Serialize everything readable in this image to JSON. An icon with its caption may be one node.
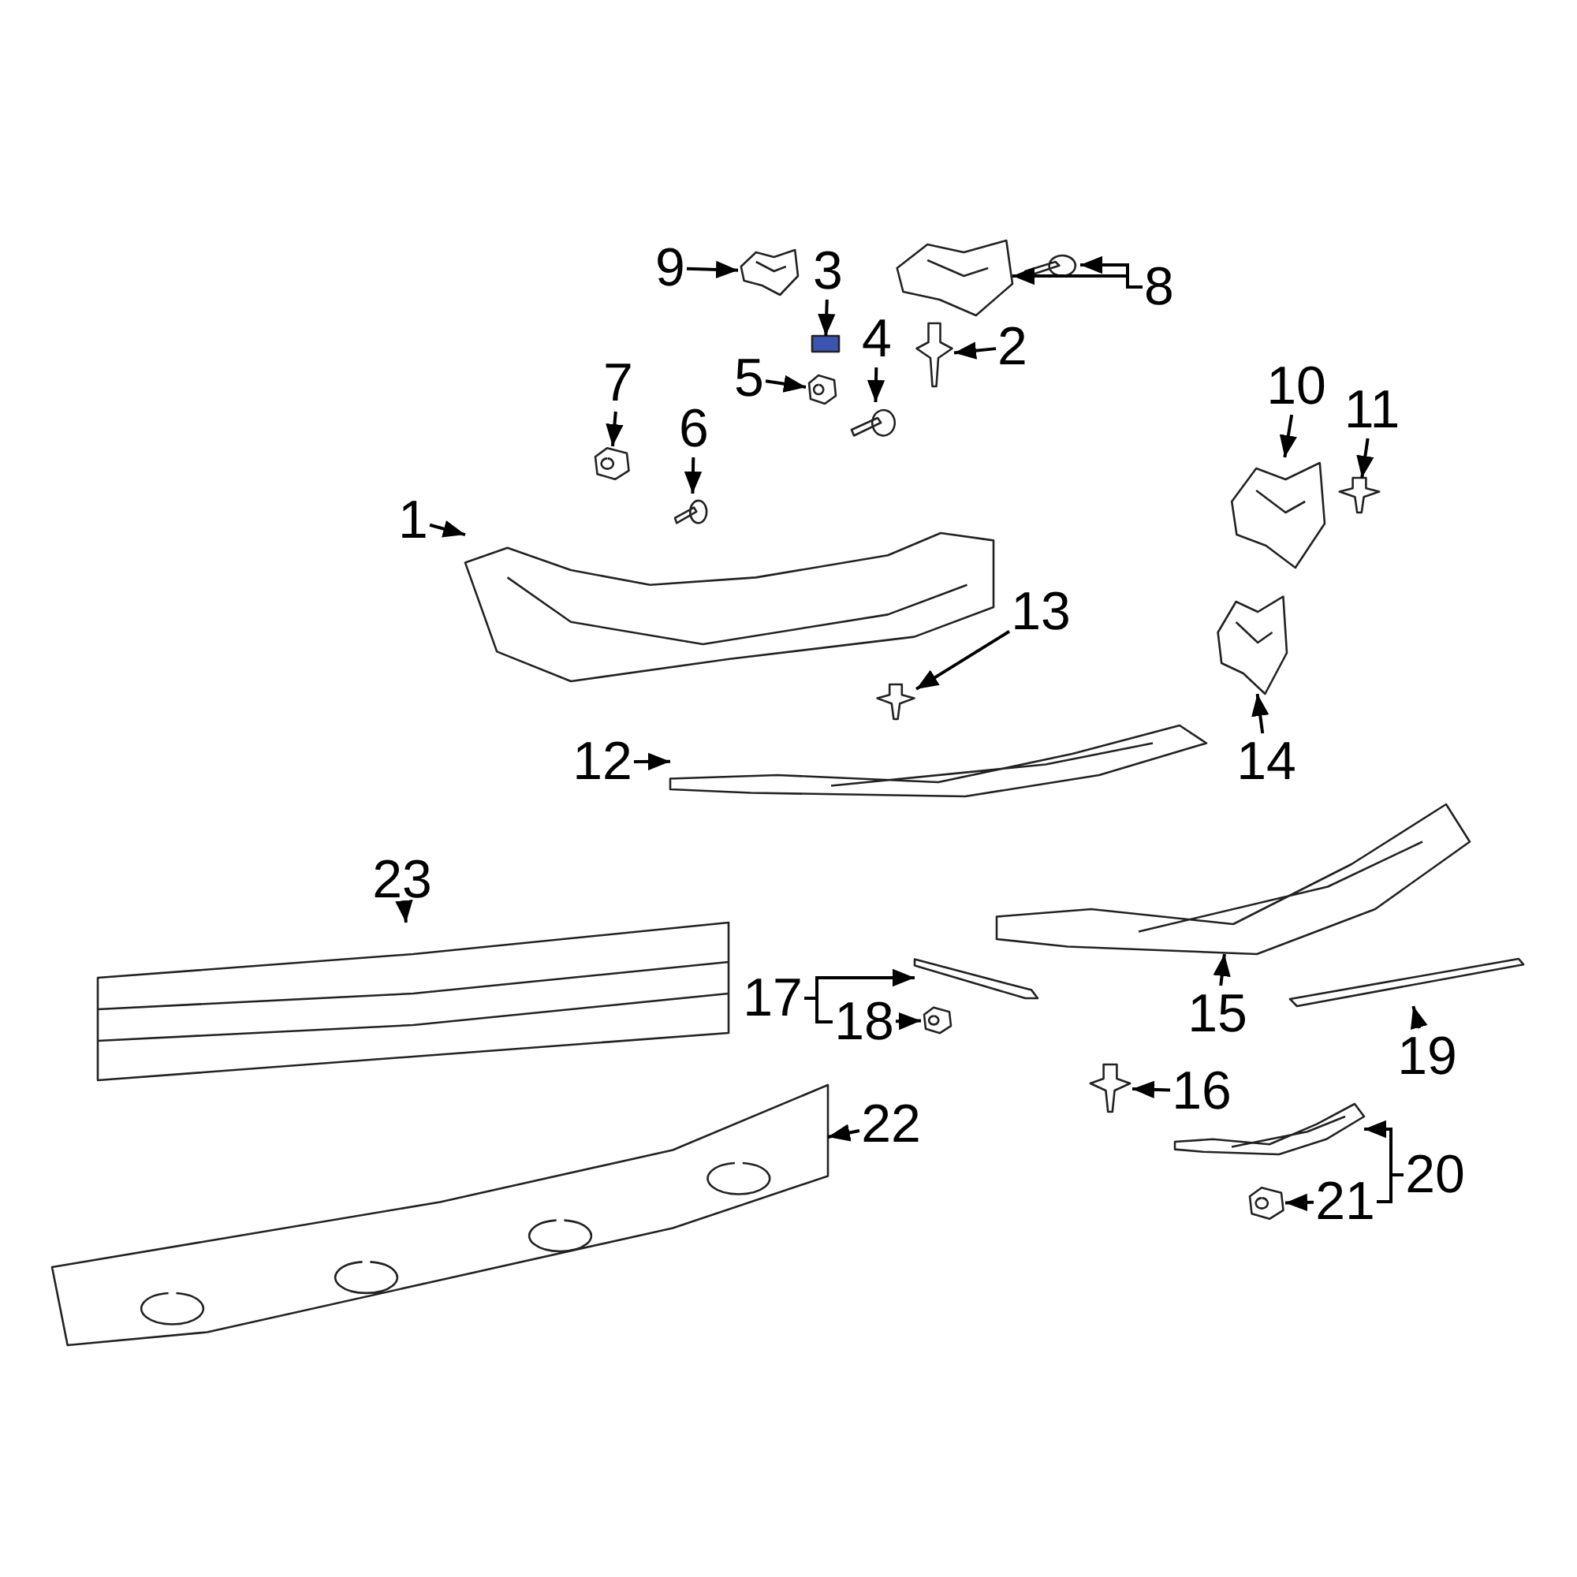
{
  "diagram": {
    "nodes": [
      {
        "text": [
          "1"
        ]
      },
      {
        "text": [
          "2"
        ]
      },
      {
        "text": [
          "3"
        ]
      },
      {
        "text": [
          "4"
        ]
      },
      {
        "text": [
          "5"
        ]
      },
      {
        "text": [
          "6"
        ]
      },
      {
        "text": [
          "7"
        ]
      },
      {
        "text": [
          "8"
        ]
      },
      {
        "text": [
          "9"
        ]
      },
      {
        "text": [
          "10"
        ]
      },
      {
        "text": [
          "11"
        ]
      },
      {
        "text": [
          "12"
        ]
      },
      {
        "text": [
          "13"
        ]
      },
      {
        "text": [
          "14"
        ]
      },
      {
        "text": [
          "15"
        ]
      },
      {
        "text": [
          "16"
        ]
      },
      {
        "text": [
          "17"
        ]
      },
      {
        "text": [
          "18"
        ]
      },
      {
        "text": [
          "19"
        ]
      },
      {
        "text": [
          "20"
        ]
      },
      {
        "text": [
          "21"
        ]
      },
      {
        "text": [
          "22"
        ]
      },
      {
        "text": [
          "23"
        ]
      },
      {
        "text": [],
        "shape": "picture"
      },
      {
        "text": [],
        "shape": "picture"
      },
      {
        "text": [],
        "shape": "box"
      },
      {
        "text": [],
        "shape": "picture"
      },
      {
        "text": [],
        "shape": "picture"
      },
      {
        "text": [],
        "shape": "picture"
      },
      {
        "text": [],
        "shape": "picture"
      },
      {
        "text": [],
        "shape": "picture"
      },
      {
        "text": [],
        "shape": "picture"
      },
      {
        "text": [],
        "shape": "picture"
      },
      {
        "text": [],
        "shape": "picture"
      },
      {
        "text": [],
        "shape": "picture"
      },
      {
        "text": [],
        "shape": "picture"
      },
      {
        "text": [],
        "shape": "picture"
      },
      {
        "text": [],
        "shape": "picture"
      },
      {
        "text": [],
        "shape": "picture"
      },
      {
        "text": [],
        "shape": "picture"
      },
      {
        "text": [],
        "shape": "picture"
      },
      {
        "text": [],
        "shape": "picture"
      },
      {
        "text": [],
        "shape": "bar"
      },
      {
        "text": [],
        "shape": "picture"
      },
      {
        "text": [],
        "shape": "picture"
      },
      {
        "text": [],
        "shape": "picture"
      },
      {
        "text": [],
        "shape": "picture"
      }
    ],
    "edges": [
      {
        "from": 0,
        "to": 23,
        "arrow": "to"
      },
      {
        "from": 1,
        "to": 24,
        "arrow": "to"
      },
      {
        "from": 2,
        "to": 25,
        "arrow": "to"
      },
      {
        "from": 3,
        "to": 26,
        "arrow": "to"
      },
      {
        "from": 4,
        "to": 27,
        "arrow": "to"
      },
      {
        "from": 5,
        "to": 28,
        "arrow": "to"
      },
      {
        "from": 6,
        "to": 29,
        "arrow": "to"
      },
      {
        "from": 7,
        "to": 30,
        "arrow": "to"
      },
      {
        "from": 7,
        "to": 31,
        "arrow": "to"
      },
      {
        "from": 8,
        "to": 32,
        "arrow": "to"
      },
      {
        "from": 9,
        "to": 33,
        "arrow": "to"
      },
      {
        "from": 10,
        "to": 34,
        "arrow": "to"
      },
      {
        "from": 11,
        "to": 35,
        "arrow": "to"
      },
      {
        "from": 12,
        "to": 36,
        "arrow": "to"
      },
      {
        "from": 13,
        "to": 37,
        "arrow": "to"
      },
      {
        "from": 14,
        "to": 38,
        "arrow": "to"
      },
      {
        "from": 15,
        "to": 39,
        "arrow": "to"
      },
      {
        "from": 16,
        "to": 40,
        "arrow": "to"
      },
      {
        "from": 16,
        "to": 17,
        "arrow": "none"
      },
      {
        "from": 17,
        "to": 41,
        "arrow": "to"
      },
      {
        "from": 18,
        "to": 42,
        "arrow": "to"
      },
      {
        "from": 19,
        "to": 43,
        "arrow": "to"
      },
      {
        "from": 19,
        "to": 20,
        "arrow": "none"
      },
      {
        "from": 20,
        "to": 44,
        "arrow": "to"
      },
      {
        "from": 21,
        "to": 45,
        "arrow": "to"
      },
      {
        "from": 22,
        "to": 46,
        "arrow": "to"
      }
    ]
  }
}
